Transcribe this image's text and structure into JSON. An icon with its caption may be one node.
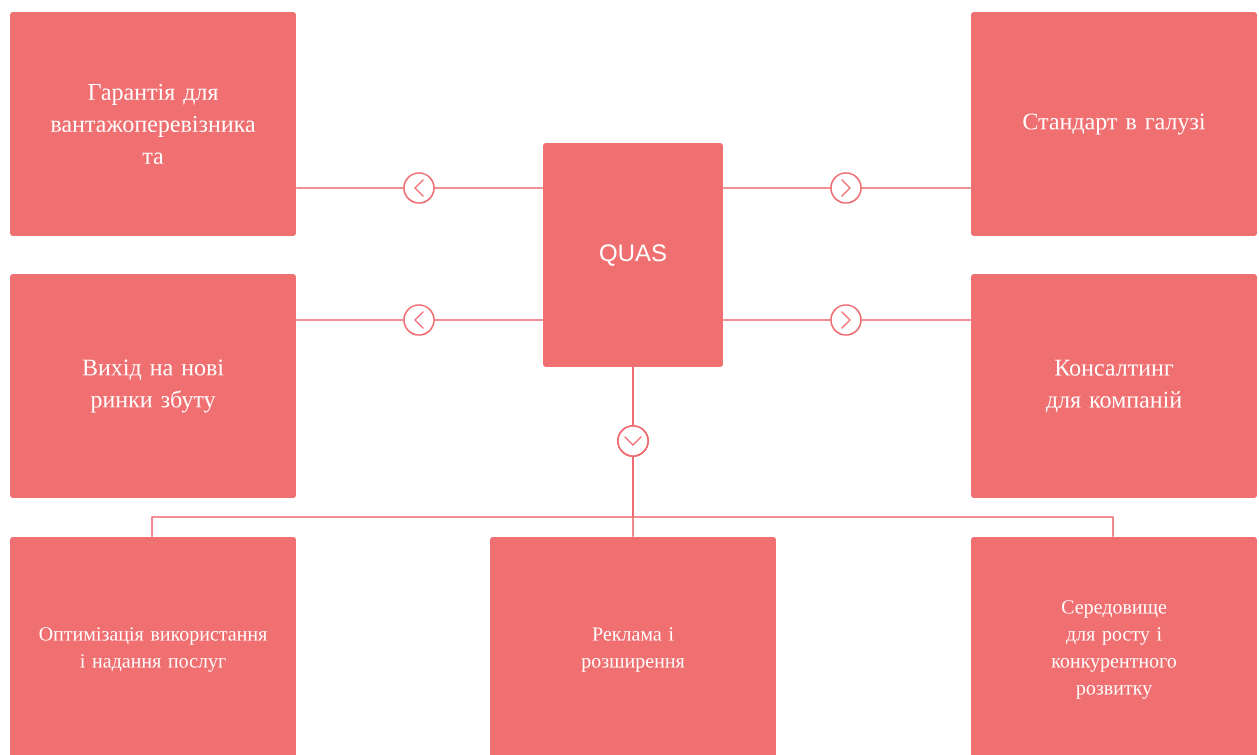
{
  "diagram": {
    "nodes": [
      {
        "text": [
          "QUAS"
        ]
      },
      {
        "text": [
          "Гарантія для вантажоперевізника та"
        ]
      },
      {
        "text": [
          "Стандарт в галузі"
        ]
      },
      {
        "text": [
          "Вихід на нові ринки збуту"
        ]
      },
      {
        "text": [
          "Консалтинг для компаній"
        ]
      },
      {
        "text": [
          "Оптимізація використання і надання послуг"
        ]
      },
      {
        "text": [
          "Реклама і розширення"
        ]
      },
      {
        "text": [
          "Середовище для росту і конкурентного розвитку"
        ]
      }
    ],
    "edges": [
      {
        "from": 0,
        "to": 1,
        "arrow": "to"
      },
      {
        "from": 0,
        "to": 2,
        "arrow": "to"
      },
      {
        "from": 0,
        "to": 3,
        "arrow": "to"
      },
      {
        "from": 0,
        "to": 4,
        "arrow": "to"
      },
      {
        "from": 0,
        "to": 5,
        "arrow": "to"
      },
      {
        "from": 0,
        "to": 6,
        "arrow": "to"
      },
      {
        "from": 0,
        "to": 7,
        "arrow": "to"
      }
    ]
  }
}
